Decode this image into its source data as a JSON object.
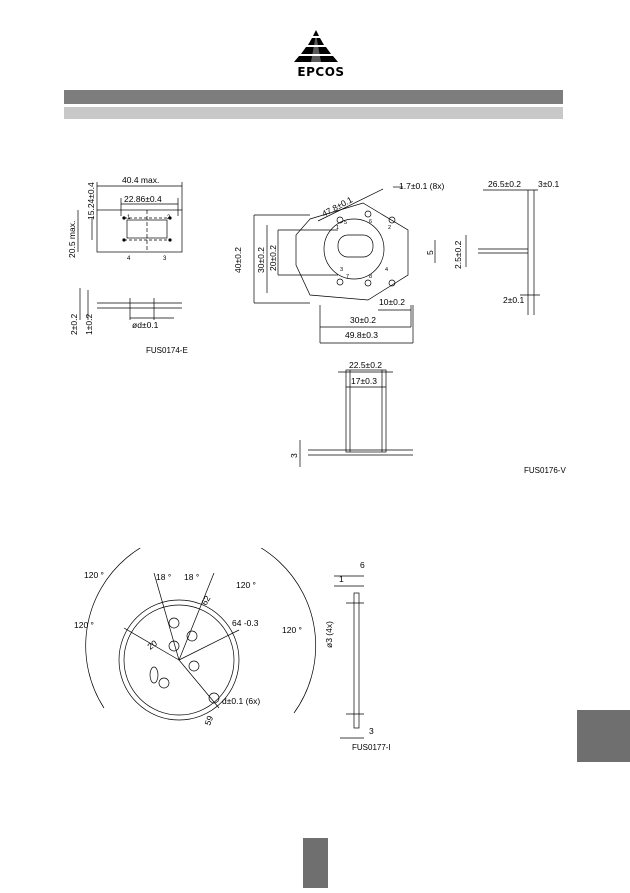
{
  "brand": {
    "logo_text": "EPCOS",
    "logo_color": "#000000"
  },
  "bars": {
    "dark_color": "#7d7d7d",
    "light_color": "#c8c8c8"
  },
  "figures": {
    "fig1": {
      "code": "FUS0174-E",
      "dims": {
        "top_width": "40.4 max.",
        "pin_spacing": "22.86±0.4",
        "pitch": "15.24±0.4",
        "height": "20.5 max.",
        "pin_dia": "ød±0.1",
        "h1": "2±0.2",
        "h2": "1±0.2"
      },
      "pins": [
        "1",
        "2",
        "4",
        "3"
      ]
    },
    "fig2": {
      "code": "FUS0176-V",
      "dims": {
        "diag": "47.8±0.1",
        "hole": "1.7±0.1 (8x)",
        "h40": "40±0.2",
        "h30": "30±0.2",
        "h20": "20±0.2",
        "w5": "5",
        "w10": "10±0.2",
        "w30": "30±0.2",
        "w49": "49.8±0.3",
        "s26": "26.5±0.2",
        "s3": "3±0.1",
        "s25": "2.5±0.2",
        "s2": "2±0.1",
        "b22": "22.5±0.2",
        "b17": "17±0.3",
        "b3": "3"
      },
      "pins": [
        "1",
        "5",
        "6",
        "2",
        "3",
        "7",
        "8",
        "4"
      ]
    },
    "fig3": {
      "code": "FUS0177-I",
      "dims": {
        "a1": "120 °",
        "a2": "120 °",
        "a3": "120 °",
        "a4": "120 °",
        "d18a": "18 °",
        "d18b": "18 °",
        "d62": "62",
        "d20": "20",
        "d64": "64 -0.3",
        "d59": "59",
        "pins": "d±0.1 (6x)",
        "s6": "6",
        "s1": "1",
        "s3": "3",
        "dia3": "ø3 (4x)"
      }
    }
  }
}
